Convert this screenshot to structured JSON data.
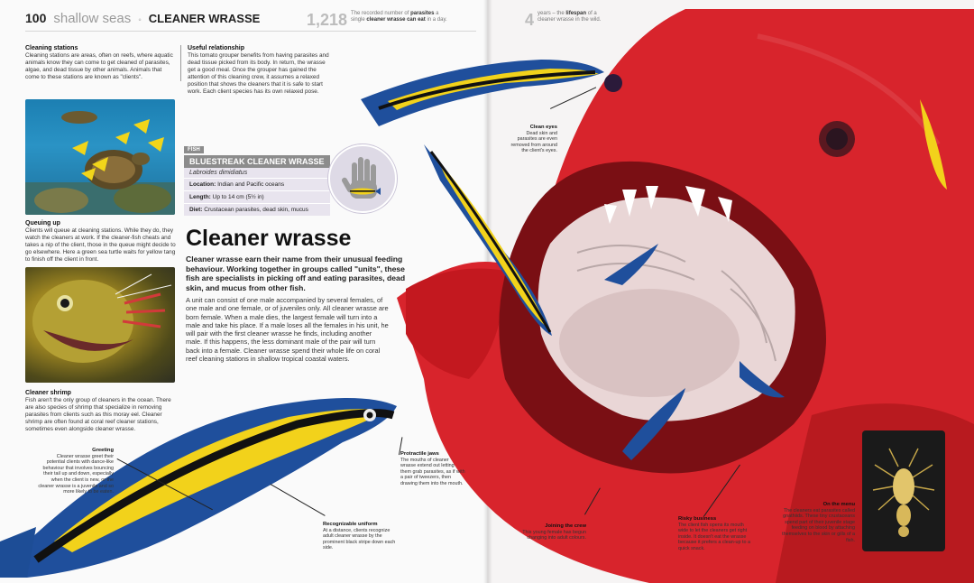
{
  "header": {
    "page_number": "100",
    "section": "shallow seas",
    "chapter": "CLEANER WRASSE"
  },
  "stats": [
    {
      "number": "1,218",
      "text_pre": "The recorded number of ",
      "bold1": "parasites",
      "text_mid": " a single ",
      "bold2": "cleaner wrasse can eat",
      "text_post": " in a day."
    },
    {
      "number": "4",
      "text_pre": "years – the ",
      "bold1": "lifespan",
      "text_mid": " of a cleaner wrasse in the wild.",
      "bold2": "",
      "text_post": ""
    }
  ],
  "cleaning_stations": {
    "heading": "Cleaning stations",
    "text": "Cleaning stations are areas, often on reefs, where aquatic animals know they can come to get cleaned of parasites, algae, and dead tissue by other animals. Animals that come to these stations are known as \"clients\"."
  },
  "useful_relationship": {
    "heading": "Useful relationship",
    "text": "This tomato grouper benefits from having parasites and dead tissue picked from its body. In return, the wrasse get a good meal. Once the grouper has gained the attention of this cleaning crew, it assumes a relaxed position that shows the cleaners that it is safe to start work. Each client species has its own relaxed pose."
  },
  "queuing_up": {
    "heading": "Queuing up",
    "text": "Clients will queue at cleaning stations. While they do, they watch the cleaners at work. If the cleaner-fish cheats and takes a nip of the client, those in the queue might decide to go elsewhere. Here a green sea turtle waits for yellow tang to finish off the client in front."
  },
  "cleaner_shrimp": {
    "heading": "Cleaner shrimp",
    "text": "Fish aren't the only group of cleaners in the ocean. There are also species of shrimp that specialize in removing parasites from clients such as this moray eel. Cleaner shrimp are often found at coral reef cleaner stations, sometimes even alongside cleaner wrasse."
  },
  "factfile": {
    "tag": "FISH",
    "name": "BLUESTREAK CLEANER WRASSE",
    "latin": "Labroides dimidiatus",
    "rows": [
      {
        "label": "Location:",
        "value": "Indian and Pacific oceans"
      },
      {
        "label": "Length:",
        "value": "Up to 14 cm (5½ in)"
      },
      {
        "label": "Diet:",
        "value": "Crustacean parasites, dead skin, mucus"
      }
    ]
  },
  "main": {
    "title": "Cleaner wrasse",
    "intro": "Cleaner wrasse earn their name from their unusual feeding behaviour. Working together in groups called \"units\", these fish are specialists in picking off and eating parasites, dead skin, and mucus from other fish.",
    "body": "A unit can consist of one male accompanied by several females, of one male and one female, or of juveniles only. All cleaner wrasse are born female. When a male dies, the largest female will turn into a male and take his place. If a male loses all the females in his unit, he will pair with the first cleaner wrasse he finds, including another male. If this happens, the less dominant male of the pair will turn back into a female. Cleaner wrasse spend their whole life on coral reef cleaning stations in shallow tropical coastal waters."
  },
  "callouts": {
    "greeting": {
      "heading": "Greeting",
      "text": "Cleaner wrasse greet their potential clients with dance-like behaviour that involves bouncing their tail up and down, especially when the client is new, or the cleaner wrasse is a juvenile and so more likely to be eaten."
    },
    "protractile_jaws": {
      "heading": "Protractile jaws",
      "text": "The mouths of cleaner wrasse extend out letting them grab parasites, as if with a pair of tweezers, then drawing them into the mouth."
    },
    "recognizable_uniform": {
      "heading": "Recognizable uniform",
      "text": "At a distance, clients recognize adult cleaner wrasse by the prominent black stripe down each side."
    },
    "clean_eyes": {
      "heading": "Clean eyes",
      "text": "Dead skin and parasites are even removed from around the client's eyes."
    },
    "joining_the_crew": {
      "heading": "Joining the crew",
      "text": "This young female has begun changing into adult colours."
    },
    "risky_business": {
      "heading": "Risky business",
      "text": "The client fish opens its mouth wide to let the cleaners get right inside. It doesn't eat the wrasse because it prefers a clean-up to a quick snack."
    },
    "on_the_menu": {
      "heading": "On the menu",
      "text": "The cleaners eat parasites called gnathiids. These tiny crustaceans spend part of their juvenile stage feeding on blood by attaching themselves to the skin or gills of a fish."
    }
  },
  "icons": [
    "hand-size-icon",
    "wrasse-silhouette-icon"
  ],
  "colors": {
    "grouper_red": "#d8242c",
    "wrasse_yellow": "#f2d21b",
    "wrasse_blue": "#1f4f9c",
    "factfile_band": "#8c8c8c"
  }
}
